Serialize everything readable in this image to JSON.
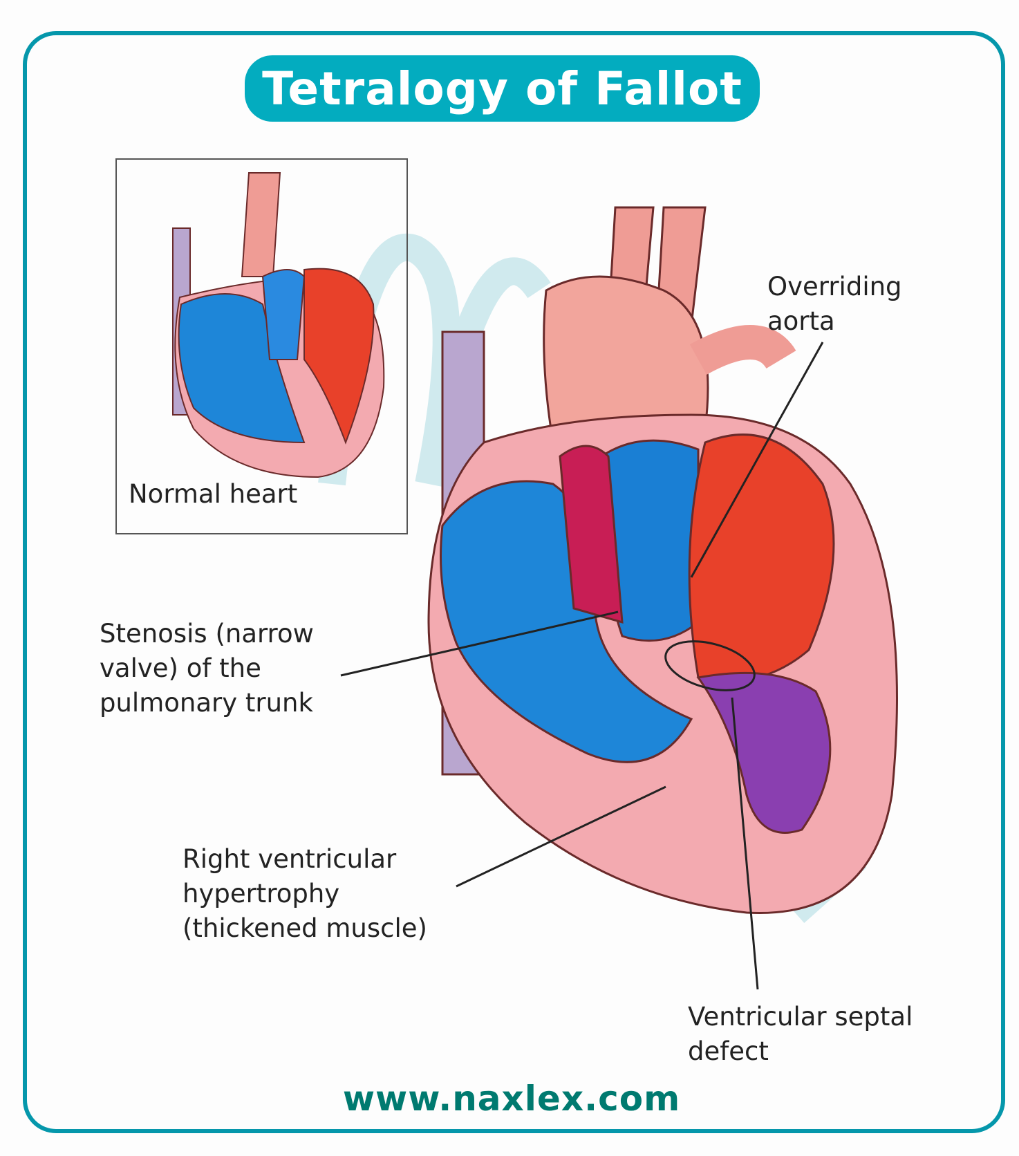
{
  "title": "Tetralogy of Fallot",
  "inset": {
    "label": "Normal heart"
  },
  "labels": {
    "overriding_aorta": [
      "Overriding",
      "aorta"
    ],
    "stenosis": [
      "Stenosis (narrow",
      "valve) of the",
      "pulmonary trunk"
    ],
    "rvh": [
      "Right ventricular",
      "hypertrophy",
      "(thickened muscle)"
    ],
    "vsd": [
      "Ventricular septal",
      "defect"
    ]
  },
  "footer": "www.naxlex.com",
  "colors": {
    "frame": "#0597ab",
    "title_bg": "#03acbf",
    "footer": "#007a70",
    "oxygenated": "#e8412a",
    "deoxygenated": "#1e86d8",
    "muscle": "#f3aab0"
  }
}
